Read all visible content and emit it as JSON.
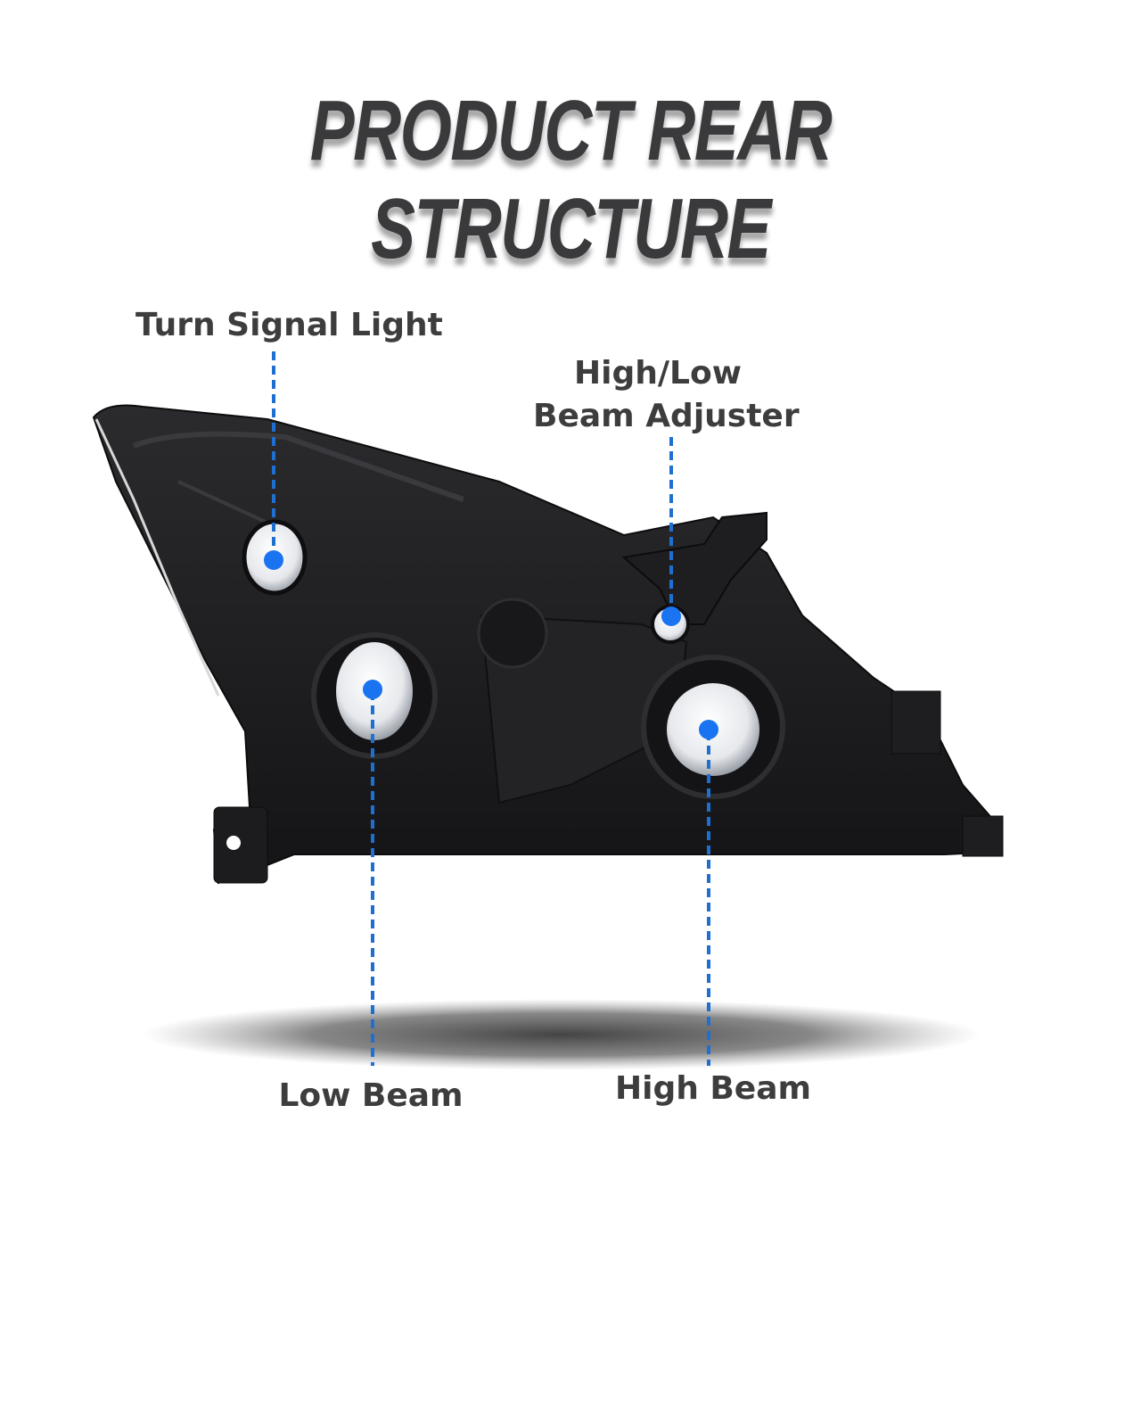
{
  "title": "PRODUCT REAR STRUCTURE",
  "callouts": {
    "turn_signal": "Turn Signal Light",
    "adjuster_line1": "High/Low",
    "adjuster_line2": "Beam Adjuster",
    "low_beam": "Low Beam",
    "high_beam": "High Beam"
  },
  "colors": {
    "accent_blue": "#1a73f0",
    "title_gray": "#3a3a3c",
    "label_gray": "#3d3d3d",
    "housing_black": "#1b1b1d"
  }
}
